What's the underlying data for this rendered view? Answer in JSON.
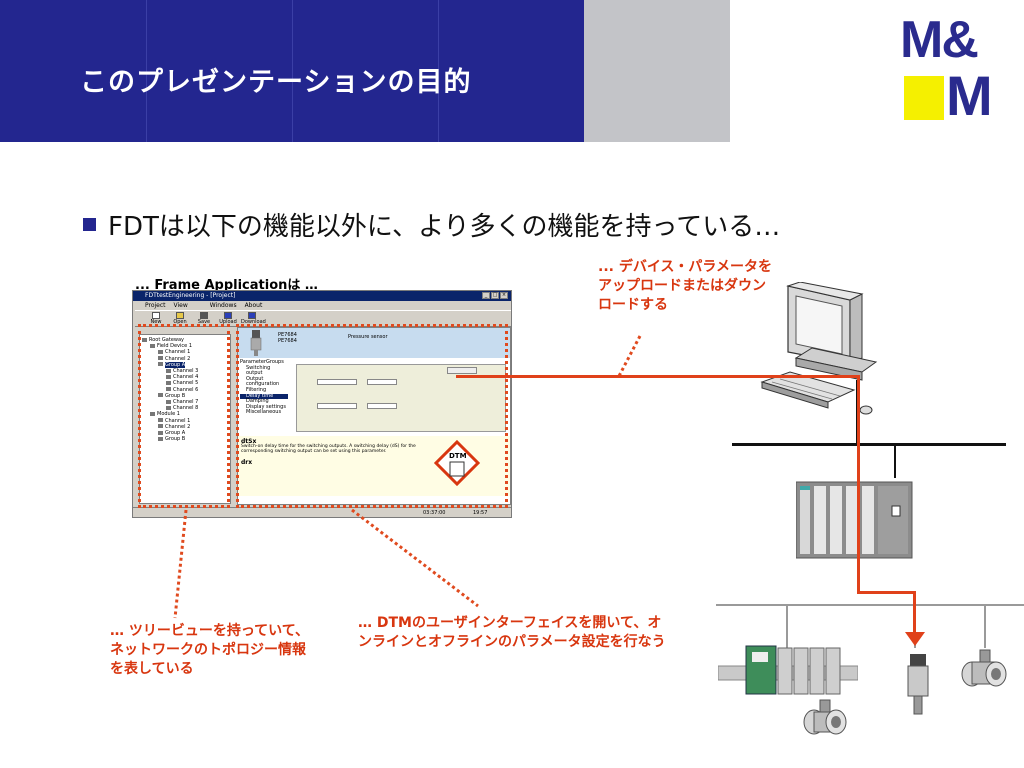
{
  "header": {
    "title": "このプレゼンテーションの目的",
    "logo_top": "M&",
    "logo_bottom": "M"
  },
  "bullet": {
    "text": "FDTは以下の機能以外に、より多くの機能を持っている…"
  },
  "frame_label": "... Frame Applicationは …",
  "notes": {
    "upload": "... デバイス・パラメータをアップロードまたはダウンロードする",
    "tree": "… ツリービューを持っていて、ネットワークのトポロジー情報を表している",
    "dtm": "… DTMのユーザインターフェイスを開いて、オンラインとオフラインのパラメータ設定を行なう"
  },
  "window": {
    "title": "FDTtestEngineering - [Project]",
    "menu": [
      "Project",
      "View",
      "Windows",
      "About"
    ],
    "toolbar": [
      "New",
      "Open",
      "Save",
      "Upload",
      "Download"
    ],
    "tree": [
      {
        "indent": 0,
        "label": "Root Gateway"
      },
      {
        "indent": 1,
        "label": "Field Device 1"
      },
      {
        "indent": 2,
        "label": "Channel 1"
      },
      {
        "indent": 2,
        "label": "Channel 2"
      },
      {
        "indent": 2,
        "label": "Group A",
        "selected": true
      },
      {
        "indent": 3,
        "label": "Channel 3"
      },
      {
        "indent": 3,
        "label": "Channel 4"
      },
      {
        "indent": 3,
        "label": "Channel 5"
      },
      {
        "indent": 3,
        "label": "Channel 6"
      },
      {
        "indent": 2,
        "label": "Group B"
      },
      {
        "indent": 3,
        "label": "Channel 7"
      },
      {
        "indent": 3,
        "label": "Channel 8"
      },
      {
        "indent": 1,
        "label": "Module 1"
      },
      {
        "indent": 2,
        "label": "Channel 1"
      },
      {
        "indent": 2,
        "label": "Channel 2"
      },
      {
        "indent": 2,
        "label": "Group A"
      },
      {
        "indent": 2,
        "label": "Group B"
      }
    ],
    "detail": {
      "device_line1": "PE7684",
      "device_line2": "PE7684",
      "device_caption": "Pressure sensor",
      "param_items": [
        "ParameterGroups",
        "Switching output",
        "Output configuration",
        "Filtering",
        "Delay time",
        "Damping",
        "Display settings",
        "Miscellaneous"
      ],
      "desc_title": "dtSx",
      "desc_body": "Switch-on delay time for the switching outputs. A switching delay (dS) for the corresponding switching output can be set using this parameter.",
      "desc_title2": "drx",
      "dtm_label": "DTM"
    },
    "status": [
      "03:37:00",
      "19:57"
    ]
  },
  "colors": {
    "header_blue": "#23268f",
    "accent_red": "#d8360f",
    "logo_yellow": "#f5f000"
  }
}
